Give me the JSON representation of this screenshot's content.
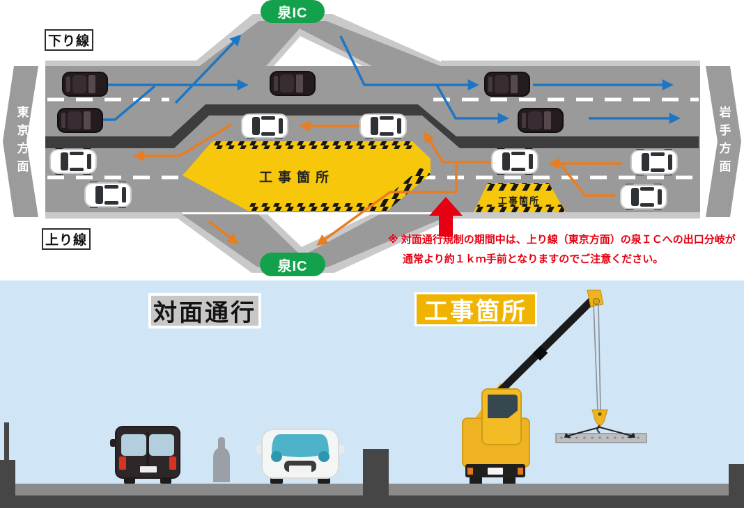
{
  "diagram": {
    "down_line_label": "下り線",
    "up_line_label": "上り線",
    "ic_top_label": "泉IC",
    "ic_bottom_label": "泉IC",
    "direction_left_label": "東京方面",
    "direction_right_label": "岩手方面",
    "large_work_zone_label": "工事箇所",
    "small_work_zone_label": "工事箇所",
    "note_line1": "※ 対面通行規制の期間中は、上り線（東京方面）の泉ＩＣへの出口分岐が",
    "note_line2": "通常より約１ｋｍ手前となりますのでご注意ください。"
  },
  "illustration": {
    "two_way_traffic_label": "対面通行",
    "work_zone_label": "工事箇所"
  },
  "colors": {
    "down_line_arrow_blue": "#1d76c4",
    "up_line_arrow_orange": "#e97d20",
    "warning_red": "#e60012",
    "ic_badge_green": "#13a24b",
    "work_zone_yellow": "#f6c70b",
    "sky_blue": "#d0e5f6"
  }
}
